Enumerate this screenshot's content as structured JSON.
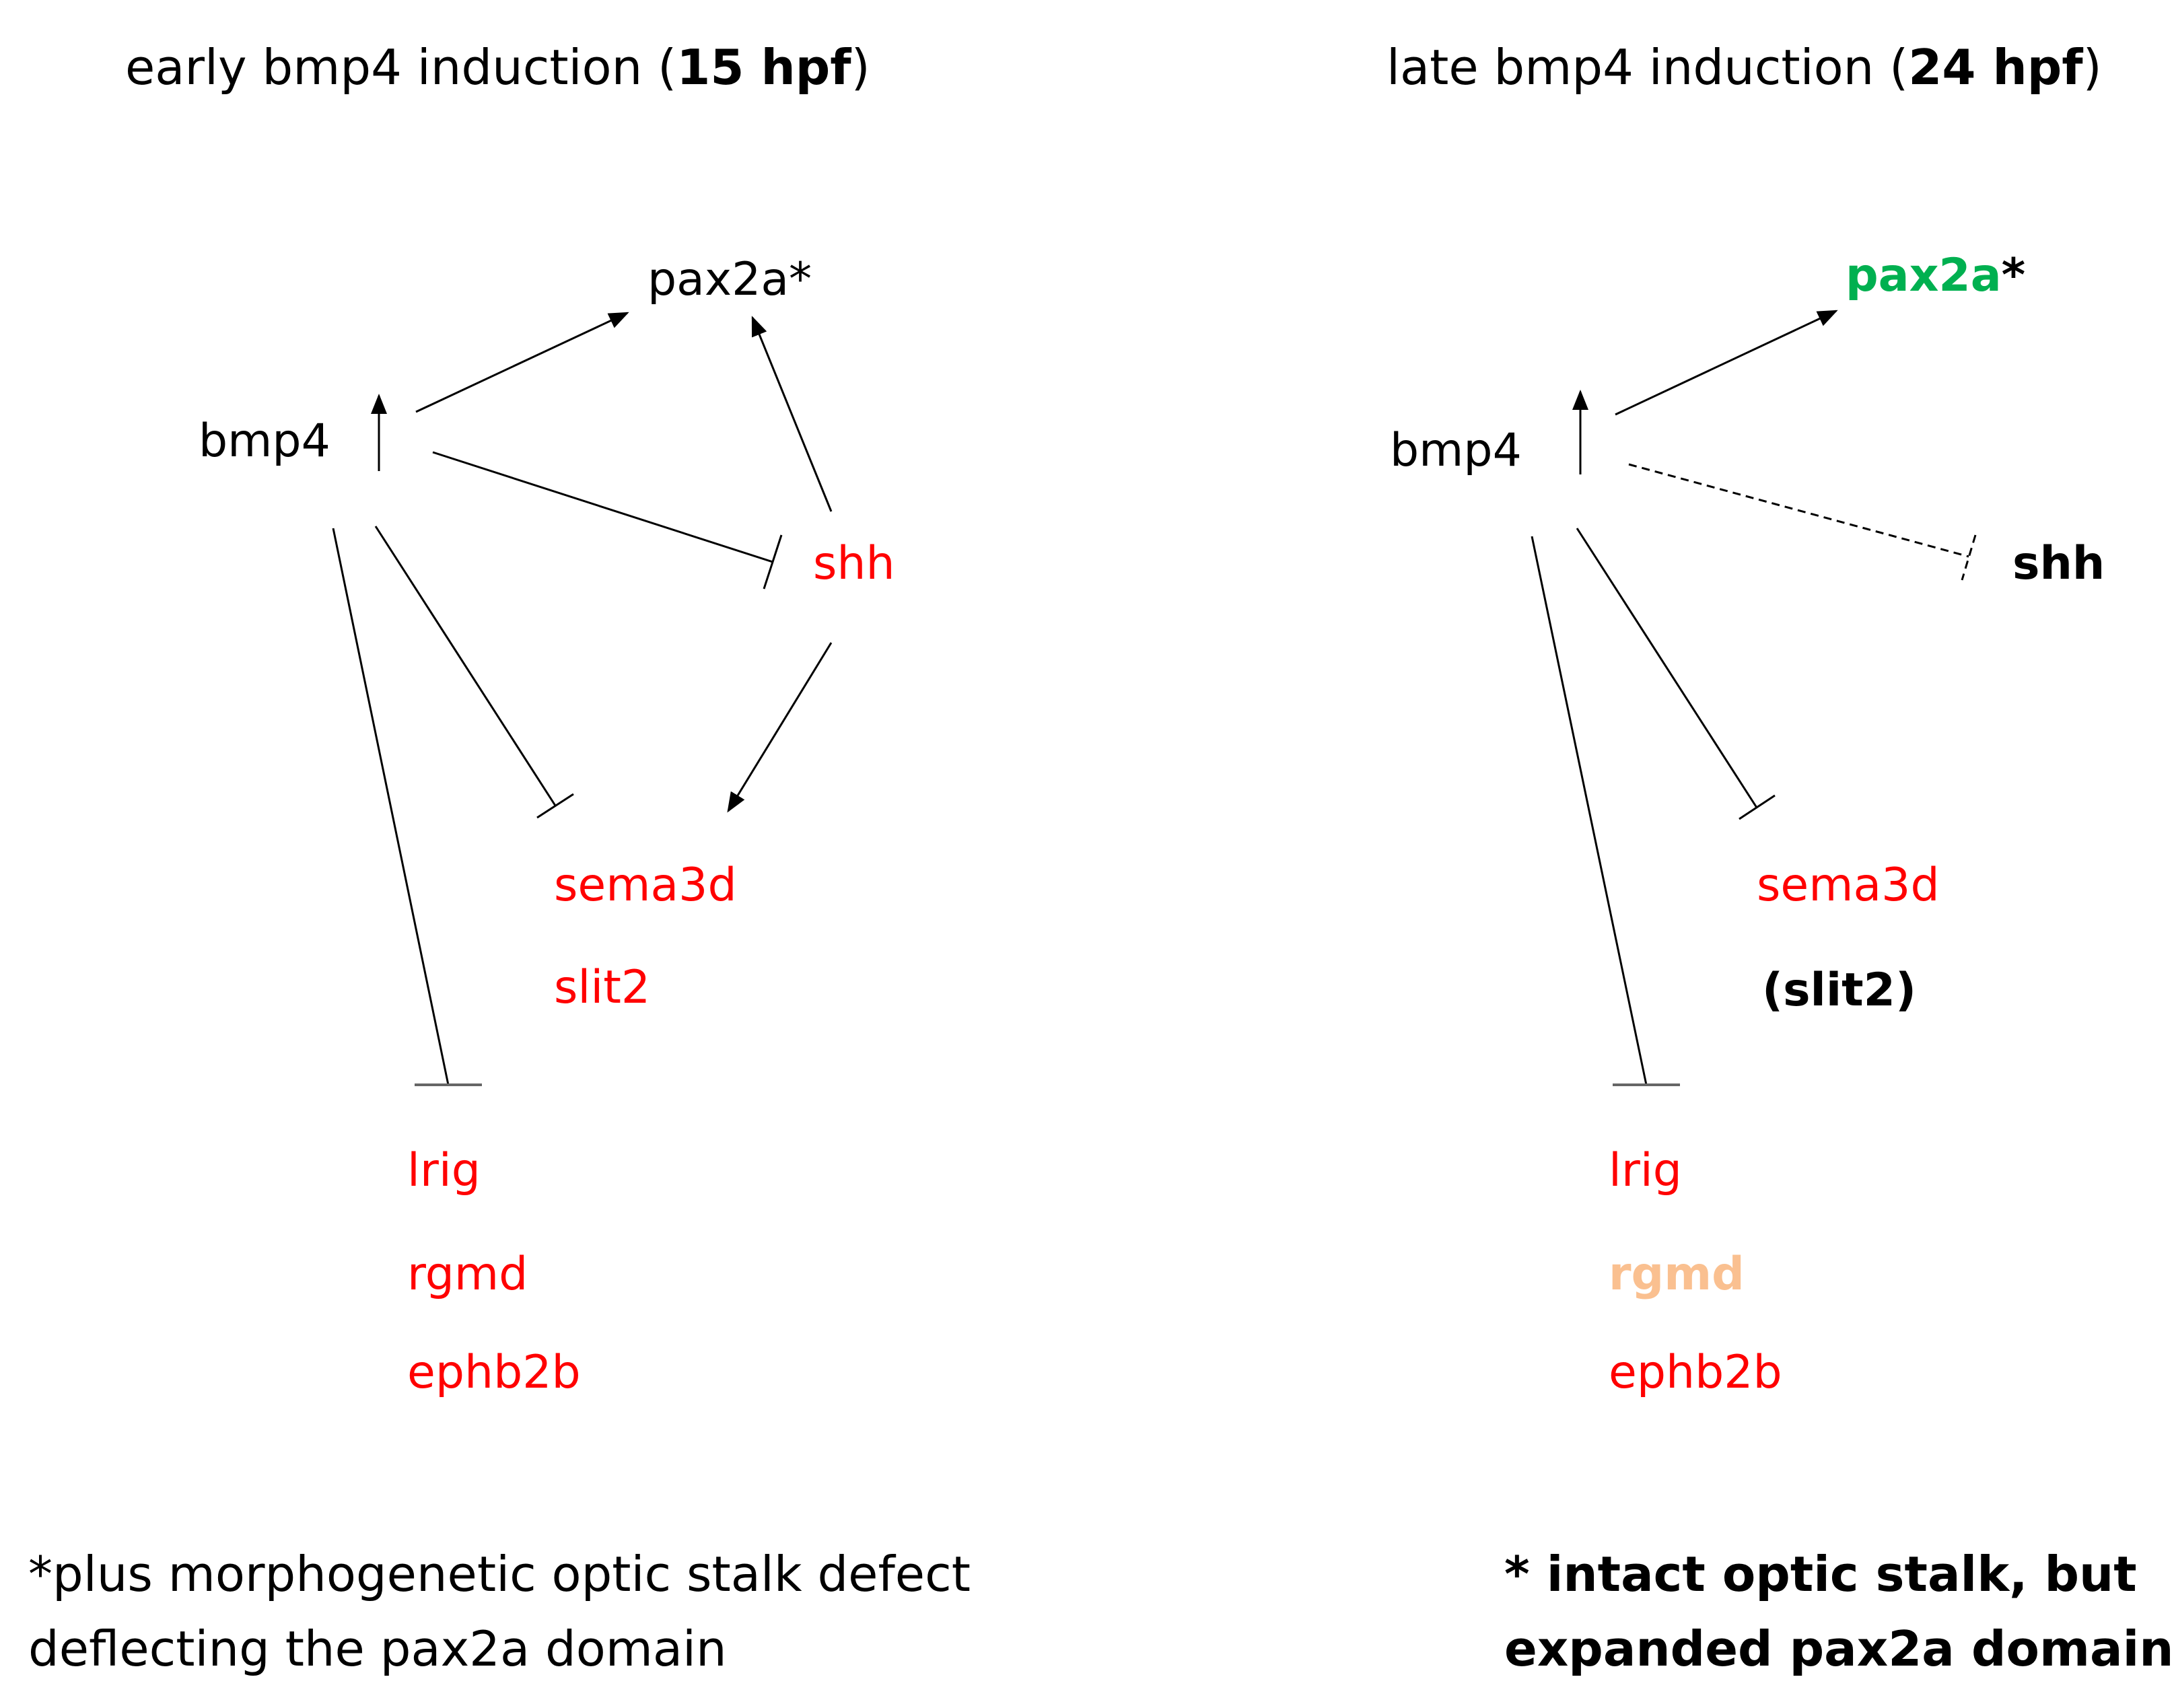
{
  "colors": {
    "red": "#ff0000",
    "green": "#00b050",
    "light_orange": "#fac090",
    "black": "#000000"
  },
  "left": {
    "title_prefix": "early bmp4 induction (",
    "title_bold": "15 hpf",
    "title_suffix": ")",
    "bmp4": "bmp4",
    "pax2a": "pax2a*",
    "shh": "shh",
    "sema3d": "sema3d",
    "slit2": "slit2",
    "lrig": "lrig",
    "rgmd": "rgmd",
    "ephb2b": "ephb2b",
    "note_line1": "*plus morphogenetic optic stalk defect",
    "note_line2": "deflecting the pax2a domain"
  },
  "right": {
    "title_prefix": "late bmp4 induction (",
    "title_bold": "24 hpf",
    "title_suffix": ")",
    "bmp4": "bmp4",
    "pax2a": "pax2a",
    "pax2a_star": "*",
    "shh": "shh",
    "sema3d": "sema3d",
    "slit2": "(slit2)",
    "lrig": "lrig",
    "rgmd": "rgmd",
    "ephb2b": "ephb2b",
    "note_line1": "* intact optic stalk, but",
    "note_line2": "expanded pax2a domain"
  }
}
